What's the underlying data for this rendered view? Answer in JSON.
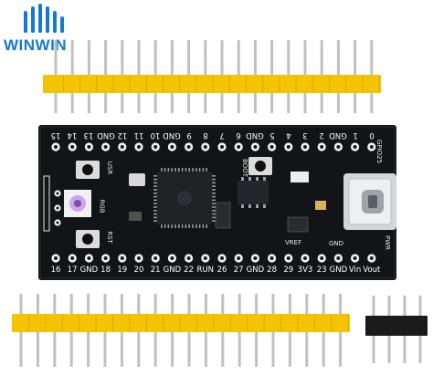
{
  "brand": {
    "name": "WINWIN",
    "color": "#1479d2"
  },
  "colors": {
    "pcb": "#121418",
    "pad": "#f4f4f4",
    "header_plastic": "#f5c400",
    "pin_metal": "#bfc0c2",
    "black_header": "#1b1b1b"
  },
  "board": {
    "top_labels": [
      "15",
      "14",
      "13",
      "GND",
      "12",
      "11",
      "10",
      "GND",
      "9",
      "8",
      "7",
      "6",
      "GND",
      "5",
      "4",
      "3",
      "2",
      "GND",
      "1",
      "0"
    ],
    "bottom_labels": [
      "16",
      "17",
      "GND",
      "18",
      "19",
      "20",
      "21",
      "GND",
      "22",
      "RUN",
      "26",
      "27",
      "GND",
      "28",
      "29",
      "3V3",
      "23",
      "GND",
      "Vin",
      "Vout"
    ],
    "markings": {
      "usr": "USR",
      "rst": "RST",
      "rgb": "RGB",
      "boot": "BOOT",
      "gpio25": "GPIO25",
      "vref": "VREF",
      "gnd": "GND",
      "pwr": "PWR"
    },
    "connector": "usb-c-icon",
    "chip": "microcontroller-chip-icon"
  },
  "headers": {
    "top_pin_count": 20,
    "bottom_pin_count": 20,
    "small_pin_count": 4
  }
}
